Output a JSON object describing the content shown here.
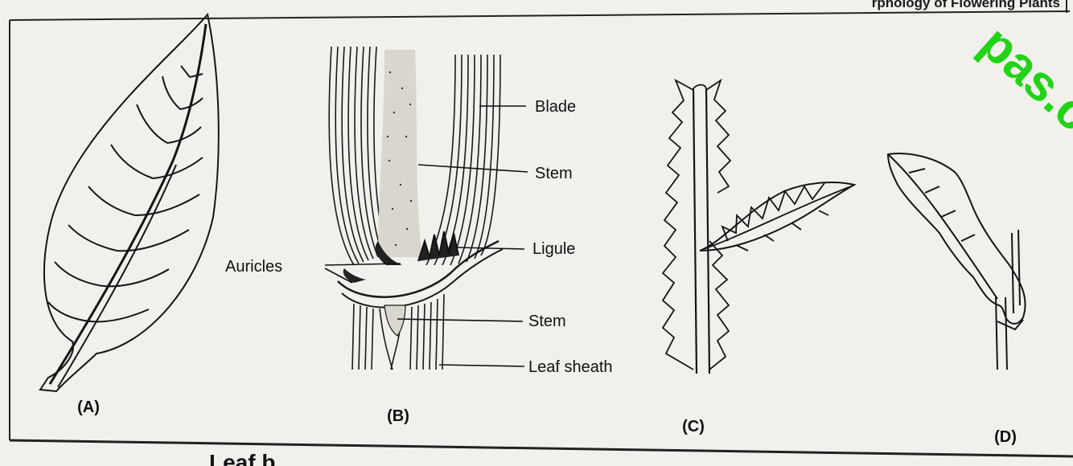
{
  "header": {
    "text": "rphology of Flowering Plants"
  },
  "watermark": {
    "text": "pas.co",
    "color": "#22d317"
  },
  "figures": [
    {
      "caption": "(A)"
    },
    {
      "caption": "(B)",
      "labels": [
        "Blade",
        "Stem",
        "Ligule",
        "Auricles",
        "Stem",
        "Leaf sheath"
      ]
    },
    {
      "caption": "(C)"
    },
    {
      "caption": "(D)"
    }
  ],
  "footer": {
    "text": "Leaf b"
  }
}
